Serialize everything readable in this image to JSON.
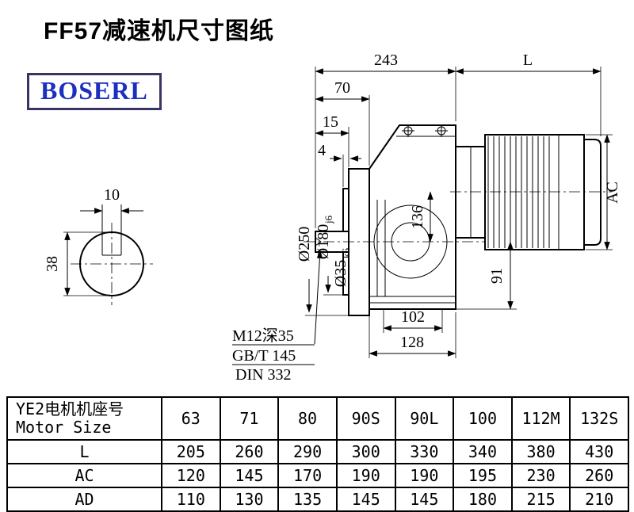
{
  "title": "FF57减速机尺寸图纸",
  "logo": {
    "text": "BOSERL",
    "text_color": "#1b2fc0",
    "border_color": "#3a3366"
  },
  "drawing": {
    "dim_243": "243",
    "dim_L": "L",
    "dim_70": "70",
    "dim_15": "15",
    "dim_4": "4",
    "dim_10": "10",
    "dim_38": "38",
    "dia_flange": "Ø250",
    "dia_spigot": "Ø180",
    "fit_spigot": "j6",
    "dia_shaft": "Ø35",
    "fit_shaft": "k6",
    "dim_136": "136",
    "dim_AC": "AC",
    "dim_91": "91",
    "dim_102": "102",
    "dim_128": "128",
    "note_tap": "M12深35",
    "note_gb": "GB/T 145",
    "note_din": "DIN 332"
  },
  "table": {
    "header": {
      "cn": "YE2电机机座号",
      "en": "Motor Size"
    },
    "columns": [
      "63",
      "71",
      "80",
      "90S",
      "90L",
      "100",
      "112M",
      "132S"
    ],
    "rows": [
      {
        "label": "L",
        "values": [
          "205",
          "260",
          "290",
          "300",
          "330",
          "340",
          "380",
          "430"
        ]
      },
      {
        "label": "AC",
        "values": [
          "120",
          "145",
          "170",
          "190",
          "190",
          "195",
          "230",
          "260"
        ]
      },
      {
        "label": "AD",
        "values": [
          "110",
          "130",
          "135",
          "145",
          "145",
          "180",
          "215",
          "210"
        ]
      }
    ]
  }
}
